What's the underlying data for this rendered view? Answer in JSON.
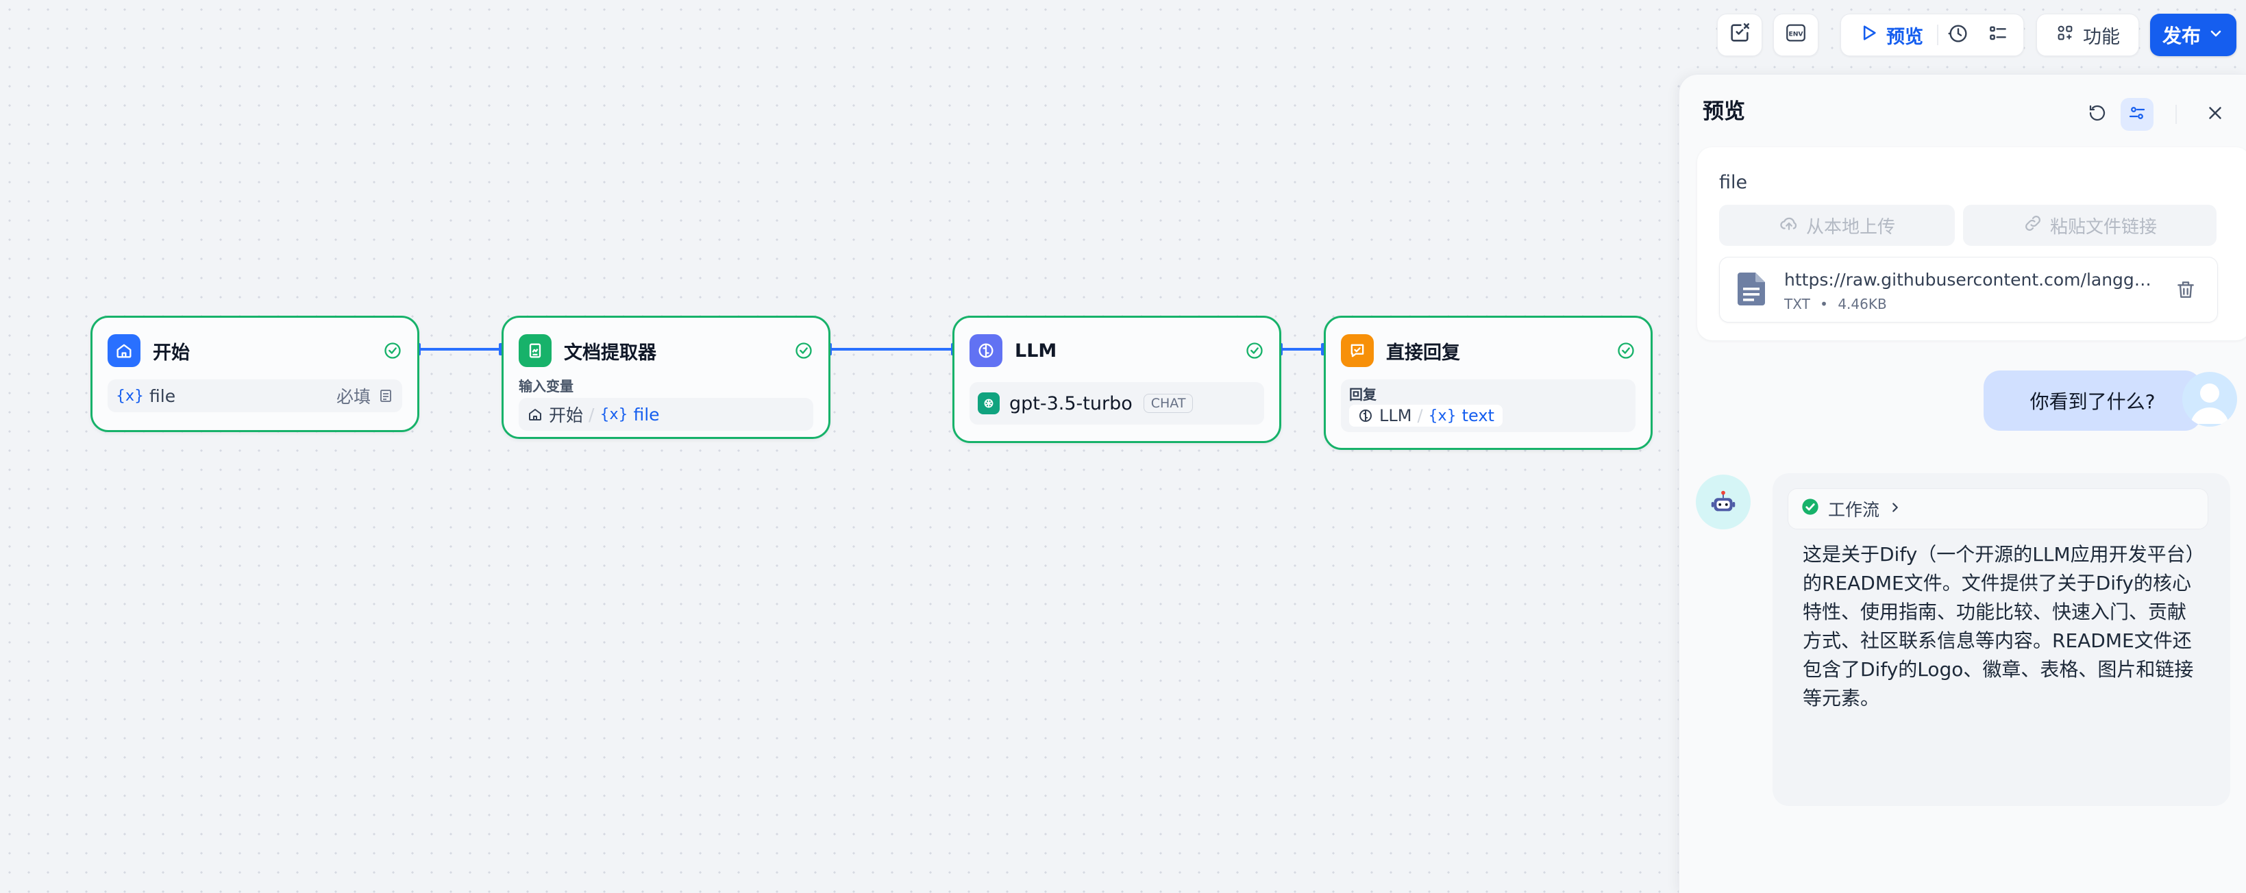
{
  "toolbar": {
    "preview_label": "预览",
    "env_label": "ENV",
    "features_label": "功能",
    "publish_label": "发布"
  },
  "nodes": {
    "start": {
      "title": "开始",
      "var_name": "file",
      "required_label": "必填"
    },
    "doc_extractor": {
      "title": "文档提取器",
      "input_label": "输入变量",
      "source_node": "开始",
      "var_name": "file"
    },
    "llm": {
      "title": "LLM",
      "model": "gpt-3.5-turbo",
      "mode_tag": "CHAT"
    },
    "answer": {
      "title": "直接回复",
      "reply_label": "回复",
      "source_node": "LLM",
      "var_name": "text"
    }
  },
  "preview_panel": {
    "title": "预览",
    "file_field_label": "file",
    "upload_local_label": "从本地上传",
    "paste_link_label": "粘贴文件链接",
    "file": {
      "url": "https://raw.githubusercontent.com/langgenius/dify/main/README.md",
      "type": "TXT",
      "separator": "•",
      "size": "4.46KB"
    },
    "user_message": "你看到了什么?",
    "bot": {
      "workflow_label": "工作流",
      "reply_text": "这是关于Dify（一个开源的LLM应用开发平台）的README文件。文件提供了关于Dify的核心特性、使用指南、功能比较、快速入门、贡献方式、社区联系信息等内容。README文件还包含了Dify的Logo、徽章、表格、图片和链接等元素。"
    }
  },
  "colors": {
    "accent": "#155eef",
    "success": "#17b26a",
    "start_icon_bg": "#2970ff",
    "extractor_icon_bg": "#17b26a",
    "llm_icon_bg": "#6172f3",
    "answer_icon_bg": "#f79009"
  }
}
